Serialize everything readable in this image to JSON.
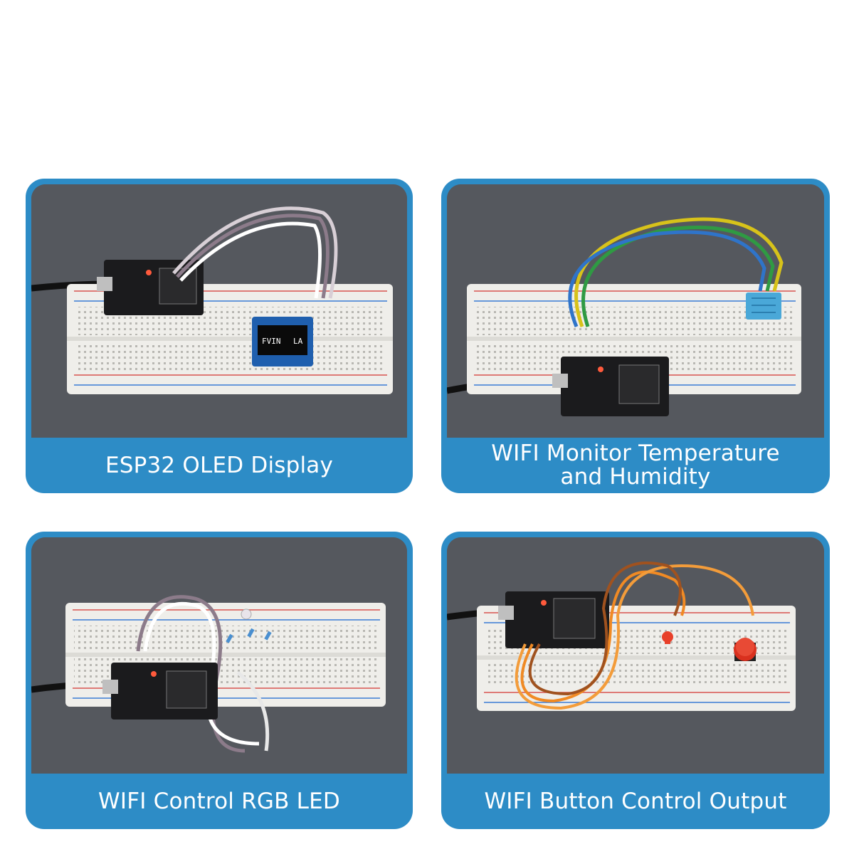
{
  "cards": [
    {
      "caption": "ESP32 OLED Display",
      "oled_text_left": "FVIN",
      "oled_text_right": "LA"
    },
    {
      "caption_line1": "WIFI Monitor Temperature",
      "caption_line2": "and Humidity"
    },
    {
      "caption": "WIFI Control RGB LED"
    },
    {
      "caption": "WIFI Button Control Output"
    }
  ],
  "colors": {
    "card_frame": "#2d8cc6",
    "photo_background": "#54575d",
    "caption_text": "#ffffff",
    "breadboard": "#efeeea",
    "rail_red": "#d9534f",
    "rail_blue": "#3a7bd5",
    "board_pcb": "#1b1b1d",
    "dht_sensor": "#4aa8d8",
    "button_cap": "#d9301e"
  }
}
